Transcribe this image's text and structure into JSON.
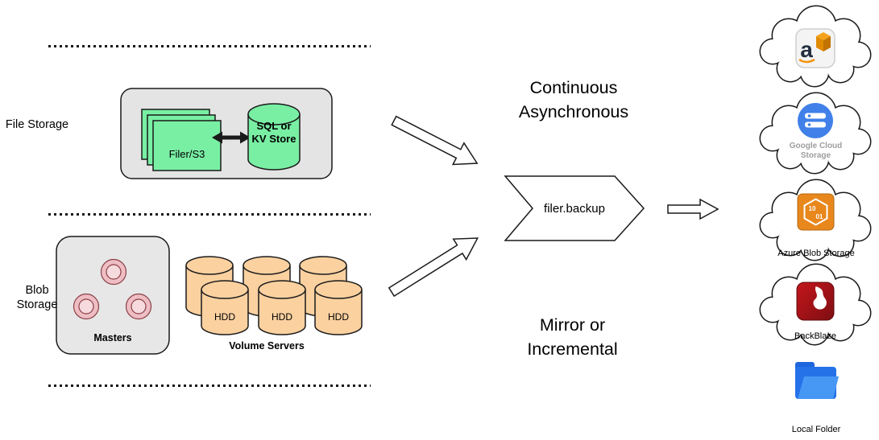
{
  "sections": {
    "file_storage": {
      "label": "File Storage",
      "filer": "Filer/S3",
      "store": "SQL or KV Store"
    },
    "blob_storage": {
      "label": "Blob Storage",
      "masters": "Masters",
      "hdd": "HDD",
      "volume_servers": "Volume Servers"
    }
  },
  "flow": {
    "top_mode": "Continuous Asynchronous",
    "bottom_mode": "Mirror or Incremental",
    "process": "filer.backup"
  },
  "destinations": {
    "aws": {
      "icon": "aws-icon",
      "icon_letter": "a"
    },
    "gcs": {
      "icon": "google-cloud-storage-icon",
      "label": "Google Cloud Storage"
    },
    "azure": {
      "icon": "azure-blob-storage-icon",
      "label": "Azure Blob Storage",
      "icon_digits_top": "10",
      "icon_digits_bottom": "01"
    },
    "backblaze": {
      "icon": "backblaze-flame-icon",
      "label": "BackBlaze"
    },
    "local": {
      "icon": "local-folder-icon",
      "label": "Local Folder"
    }
  },
  "colors": {
    "mint_green": "#79efa4",
    "box_gray": "#e4e4e4",
    "tan": "#fbd1a0",
    "pink": "#efbec4",
    "gcs_blue": "#4080e8",
    "azure_orange": "#e8871c",
    "backblaze_red": "#b31117",
    "folder_blue": "#2471e8",
    "outline": "#1a1a1a"
  }
}
